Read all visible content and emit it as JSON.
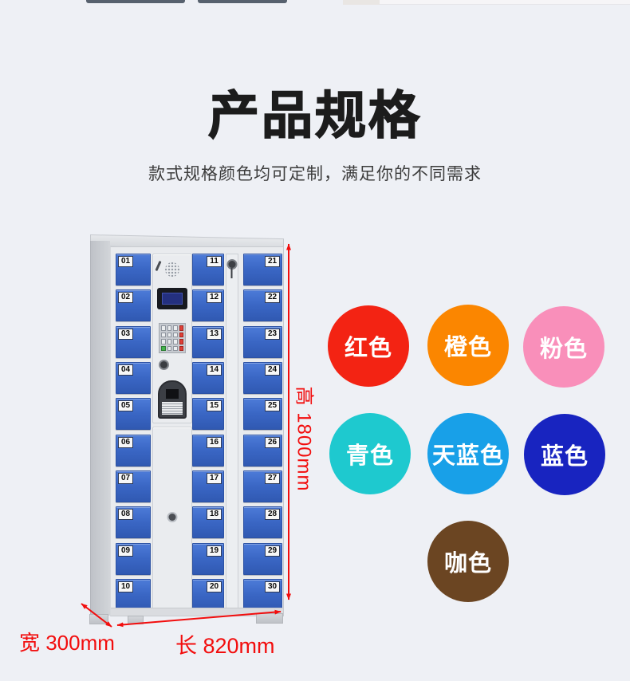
{
  "header": {
    "title": "产品规格",
    "subtitle": "款式规格颜色均可定制，满足你的不同需求"
  },
  "locker": {
    "doors_left": [
      "01",
      "02",
      "03",
      "04",
      "05",
      "06",
      "07",
      "08",
      "09",
      "10"
    ],
    "doors_middle": [
      "11",
      "12",
      "13",
      "14",
      "15",
      "16",
      "17",
      "18",
      "19",
      "20"
    ],
    "doors_right": [
      "21",
      "22",
      "23",
      "24",
      "25",
      "26",
      "27",
      "28",
      "29",
      "30"
    ],
    "door_color": "#3a66c4",
    "cabinet_color": "#e9ebee",
    "dimensions": {
      "height_label": "高 1800mm",
      "width_label": "宽 300mm",
      "length_label": "长 820mm",
      "arrow_color": "#f20d0d"
    }
  },
  "color_options": [
    {
      "label": "红色",
      "hex": "#f32313"
    },
    {
      "label": "橙色",
      "hex": "#fb8600"
    },
    {
      "label": "粉色",
      "hex": "#f98fba"
    },
    {
      "label": "青色",
      "hex": "#1ec9cf"
    },
    {
      "label": "天蓝色",
      "hex": "#18a0e8"
    },
    {
      "label": "蓝色",
      "hex": "#1824c0"
    },
    {
      "label": "咖色",
      "hex": "#6b4522"
    }
  ]
}
